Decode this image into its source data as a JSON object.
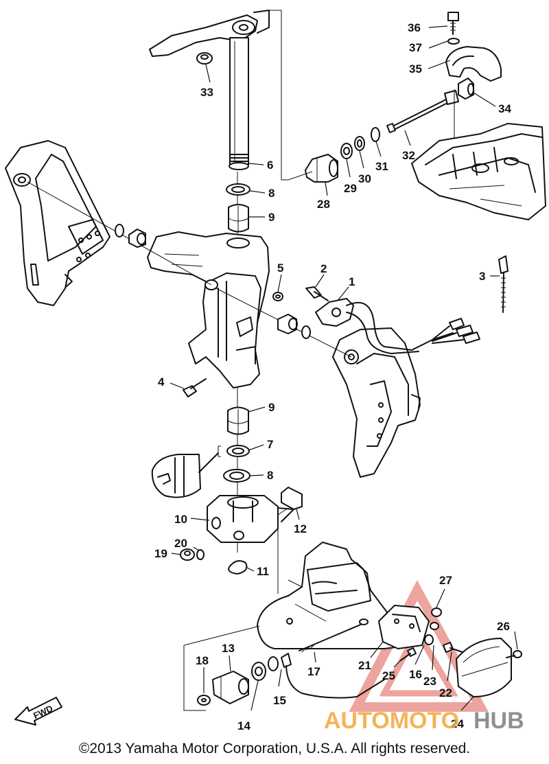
{
  "callouts": [
    {
      "id": "36",
      "text": "36"
    },
    {
      "id": "37",
      "text": "37"
    },
    {
      "id": "35",
      "text": "35"
    },
    {
      "id": "34",
      "text": "34"
    },
    {
      "id": "33",
      "text": "33"
    },
    {
      "id": "32",
      "text": "32"
    },
    {
      "id": "31",
      "text": "31"
    },
    {
      "id": "30",
      "text": "30"
    },
    {
      "id": "29",
      "text": "29"
    },
    {
      "id": "28",
      "text": "28"
    },
    {
      "id": "6",
      "text": "6"
    },
    {
      "id": "8a",
      "text": "8"
    },
    {
      "id": "9a",
      "text": "9"
    },
    {
      "id": "5",
      "text": "5"
    },
    {
      "id": "2",
      "text": "2"
    },
    {
      "id": "1",
      "text": "1"
    },
    {
      "id": "3",
      "text": "3"
    },
    {
      "id": "4",
      "text": "4"
    },
    {
      "id": "9b",
      "text": "9"
    },
    {
      "id": "7",
      "text": "7"
    },
    {
      "id": "8b",
      "text": "8"
    },
    {
      "id": "10",
      "text": "10"
    },
    {
      "id": "12",
      "text": "12"
    },
    {
      "id": "20",
      "text": "20"
    },
    {
      "id": "19",
      "text": "19"
    },
    {
      "id": "11",
      "text": "11"
    },
    {
      "id": "27",
      "text": "27"
    },
    {
      "id": "26",
      "text": "26"
    },
    {
      "id": "13",
      "text": "13"
    },
    {
      "id": "18",
      "text": "18"
    },
    {
      "id": "17",
      "text": "17"
    },
    {
      "id": "21",
      "text": "21"
    },
    {
      "id": "25",
      "text": "25"
    },
    {
      "id": "16",
      "text": "16"
    },
    {
      "id": "23",
      "text": "23"
    },
    {
      "id": "22",
      "text": "22"
    },
    {
      "id": "15",
      "text": "15"
    },
    {
      "id": "14",
      "text": "14"
    },
    {
      "id": "24",
      "text": "24"
    }
  ],
  "fwd_label": "FWD",
  "watermark": {
    "part1": "AUTOMOTO",
    "part2": "HUB",
    "color1": "#f4a63a",
    "color2": "#7d7d7d",
    "triangle_color": "#e05a50"
  },
  "copyright": "©2013 Yamaha Motor Corporation, U.S.A. All rights reserved.",
  "colors": {
    "ink": "#111111",
    "background": "#ffffff"
  }
}
